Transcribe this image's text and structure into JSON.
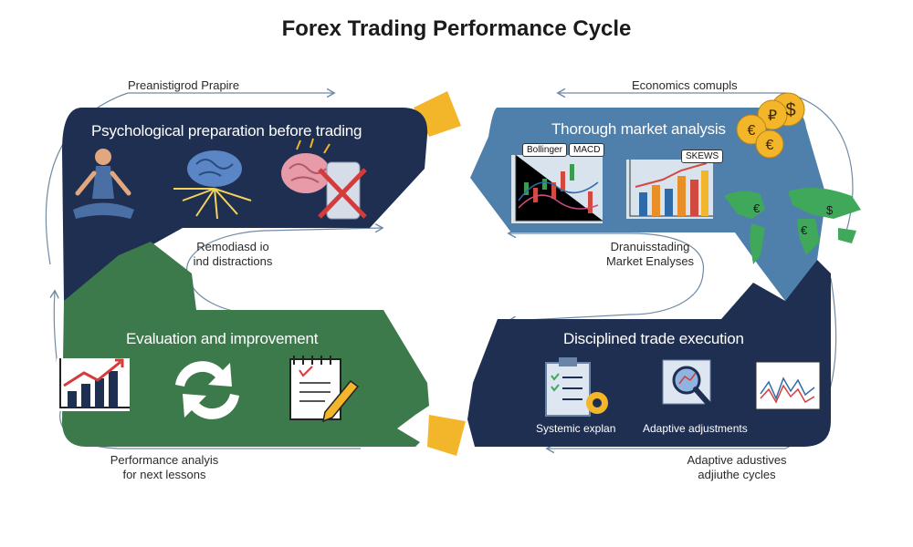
{
  "title": "Forex Trading Performance Cycle",
  "colors": {
    "navy": "#1e2f52",
    "blue": "#4f7fab",
    "green": "#3c7a4c",
    "gold": "#f3b52a",
    "arrow": "#6f8aa3"
  },
  "notes": {
    "top_left": "Preanistigrod Prapire",
    "top_right": "Economics comupls",
    "center_left_1": "Remodiasd io",
    "center_left_2": "ind distractions",
    "center_right_1": "Dranuisstading",
    "center_right_2": "Market Enalyses",
    "bottom_left_1": "Performance analyis",
    "bottom_left_2": "for next lessons",
    "bottom_right_1": "Adaptive adustives",
    "bottom_right_2": "adjiuthe cycles"
  },
  "panels": {
    "psychological": {
      "title": "Psychological preparation before trading",
      "icons": [
        "meditation-icon",
        "brain-focus-icon",
        "stressed-brain-icon",
        "no-phone-icon"
      ]
    },
    "analysis": {
      "title": "Thorough market analysis",
      "tag_bollinger": "Bollinger",
      "tag_macd": "MACD",
      "tag_news": "SKEWS",
      "icons": [
        "candlestick-chart-icon",
        "bar-trend-chart-icon",
        "currency-coins-icon",
        "world-map-icon"
      ],
      "coin_symbols": [
        "€",
        "₽",
        "$",
        "€"
      ],
      "map_symbols": [
        "€",
        "$",
        "€"
      ]
    },
    "execution": {
      "title": "Disciplined trade execution",
      "label_plan": "Systemic explan",
      "label_adjust": "Adaptive adjustments",
      "icons": [
        "checklist-gear-icon",
        "magnifier-chart-icon",
        "line-chart-icon"
      ]
    },
    "evaluation": {
      "title": "Evaluation and improvement",
      "icons": [
        "growth-chart-icon",
        "refresh-cycle-icon",
        "notepad-pencil-icon"
      ]
    }
  }
}
